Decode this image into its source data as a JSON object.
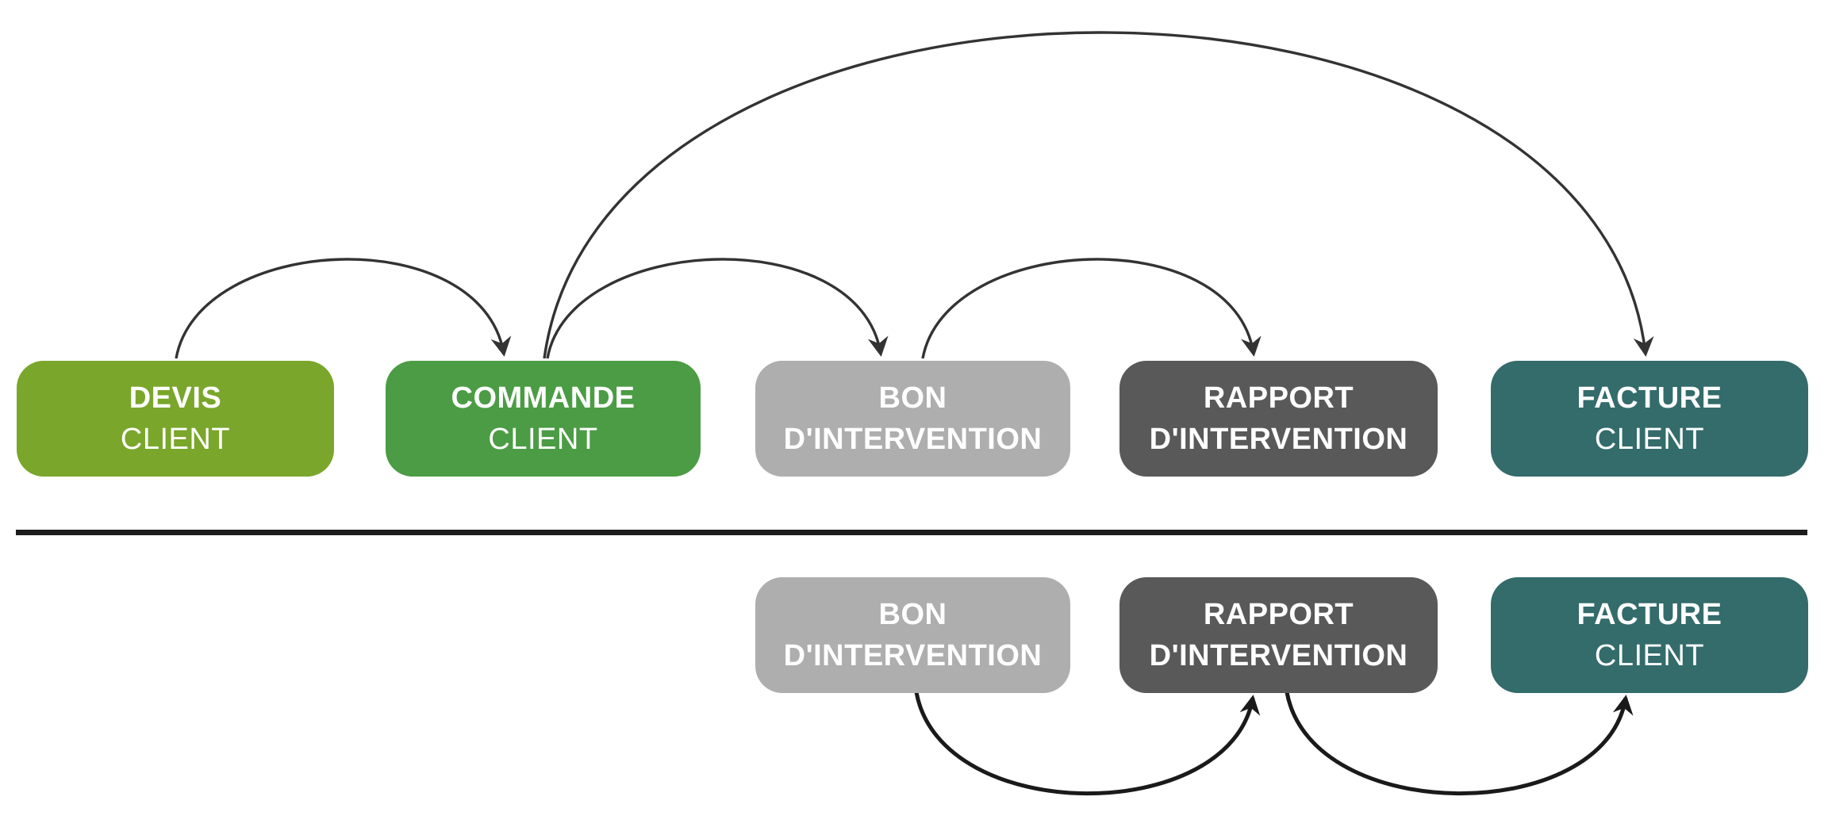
{
  "diagram": {
    "type": "process-flow",
    "boxes": {
      "devis_top": {
        "line1": "DEVIS",
        "line2": "CLIENT"
      },
      "commande_top": {
        "line1": "COMMANDE",
        "line2": "CLIENT"
      },
      "bon_top": {
        "line1": "BON",
        "line2": "D'INTERVENTION"
      },
      "rapport_top": {
        "line1": "RAPPORT",
        "line2": "D'INTERVENTION"
      },
      "facture_top": {
        "line1": "FACTURE",
        "line2": "CLIENT"
      },
      "bon_bottom": {
        "line1": "BON",
        "line2": "D'INTERVENTION"
      },
      "rapport_bottom": {
        "line1": "RAPPORT",
        "line2": "D'INTERVENTION"
      },
      "facture_bottom": {
        "line1": "FACTURE",
        "line2": "CLIENT"
      }
    },
    "arrows": [
      {
        "from": "devis_top",
        "to": "commande_top",
        "route": "over-top"
      },
      {
        "from": "commande_top",
        "to": "bon_top",
        "route": "over-top"
      },
      {
        "from": "bon_top",
        "to": "rapport_top",
        "route": "over-top"
      },
      {
        "from": "commande_top",
        "to": "facture_top",
        "route": "over-top-tall"
      },
      {
        "from": "bon_bottom",
        "to": "rapport_bottom",
        "route": "under-bottom"
      },
      {
        "from": "rapport_bottom",
        "to": "facture_bottom",
        "route": "under-bottom"
      }
    ],
    "colors": {
      "devis": "#7AA62B",
      "commande": "#4B9C44",
      "bon": "#AEAEAE",
      "rapport": "#595959",
      "facture": "#346B6B",
      "text": "#FFFFFF",
      "arrow_top": "#333333",
      "arrow_bottom": "#1A1A1A",
      "divider": "#1C1C1C",
      "background": "#FFFFFF"
    }
  }
}
